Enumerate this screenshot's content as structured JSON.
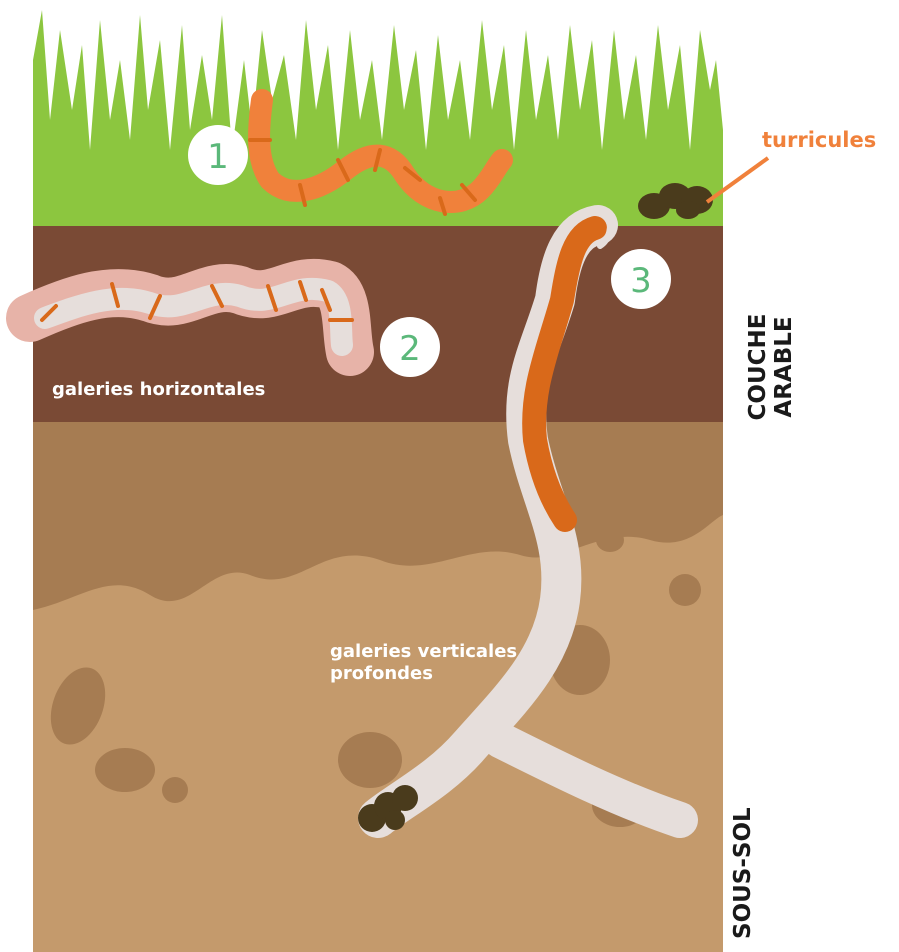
{
  "labels": {
    "turricules": "turricules",
    "galeries_horizontales": "galeries horizontales",
    "galeries_verticales": [
      "galeries verticales",
      "profondes"
    ],
    "couche_arable": [
      "COUCHE",
      "ARABLE"
    ],
    "sous_sol": "SOUS-SOL"
  },
  "markers": [
    "1",
    "2",
    "3"
  ],
  "colors": {
    "grass": "#8cc63f",
    "topsoil": "#7a4a35",
    "subsoil_dark": "#a67c52",
    "subsoil_light": "#c49a6c",
    "tunnel": "#e6dedb",
    "worm": "#f0813b",
    "worm_dark": "#d9691a",
    "casts": "#4a3b1c",
    "marker_text": "#5bb87a",
    "label_accent": "#f0813b"
  }
}
